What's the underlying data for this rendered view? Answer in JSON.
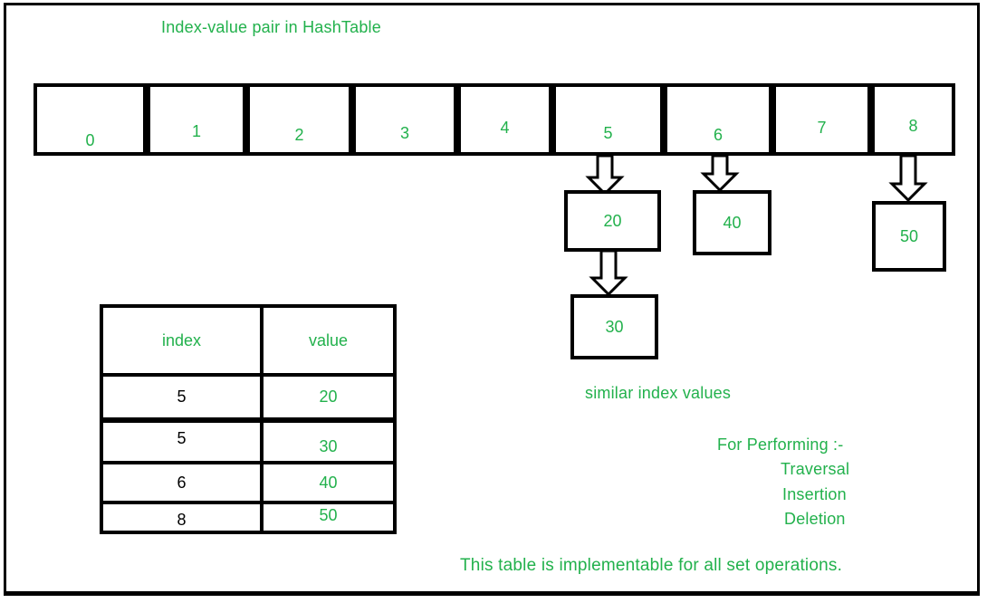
{
  "title": "Index-value pair in HashTable",
  "colors": {
    "accent_green": "#22b14c",
    "line_black": "#000000",
    "background": "#ffffff"
  },
  "icons": {
    "chain_arrow": "down-block-arrow-icon"
  },
  "hash_array": {
    "cells": [
      "0",
      "1",
      "2",
      "3",
      "4",
      "5",
      "6",
      "7",
      "8"
    ]
  },
  "chains": [
    {
      "from": "5",
      "value": "20"
    },
    {
      "from": "20",
      "value": "30"
    },
    {
      "from": "6",
      "value": "40"
    },
    {
      "from": "8",
      "value": "50"
    }
  ],
  "pairs_table": {
    "headers": [
      "index",
      "value"
    ],
    "rows": [
      [
        "5",
        "20"
      ],
      [
        "5",
        "30"
      ],
      [
        "6",
        "40"
      ],
      [
        "8",
        "50"
      ]
    ]
  },
  "annotations": {
    "similar_note": "similar index values",
    "performing_heading": "For Performing  :-",
    "operations": [
      "Traversal",
      "Insertion",
      "Deletion"
    ],
    "footer_note": "This table is implementable for all set operations."
  }
}
